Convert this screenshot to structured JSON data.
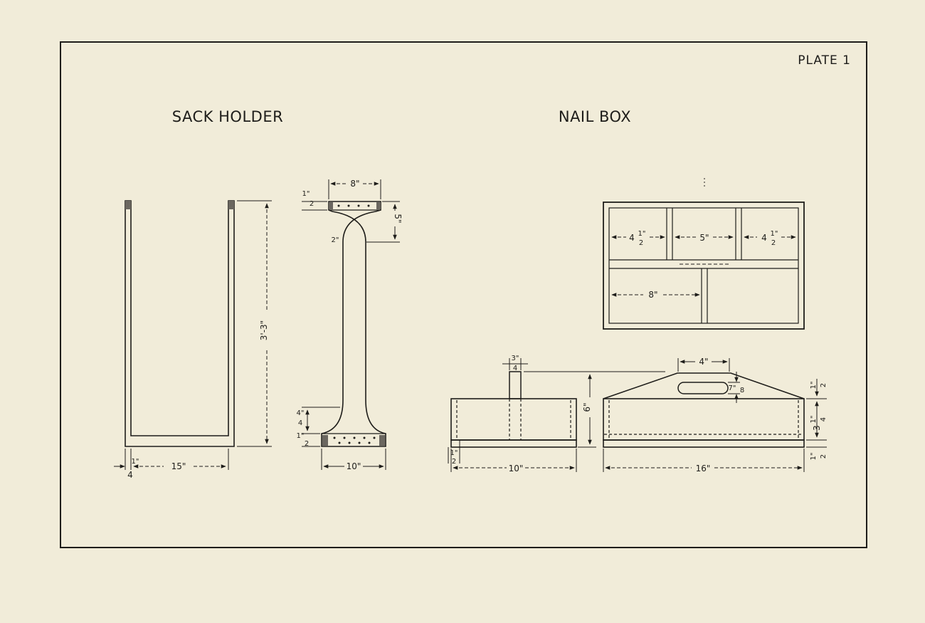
{
  "plate": "PLATE 1",
  "sack_holder": {
    "title": "SACK HOLDER",
    "side": {
      "height": "3'-3\"",
      "width": "15\"",
      "thickness_top": "1\"",
      "thickness_bottom": "4"
    },
    "end": {
      "top_width": "8\"",
      "top_band": "1\"",
      "top_band_den": "2",
      "top_flare": "5\"",
      "neck": "2\"",
      "bottom_band": "1\"",
      "bottom_band_den": "2",
      "bottom_flare": "4\"",
      "bottom_flare_den": "4",
      "bottom_width": "10\""
    }
  },
  "nail_box": {
    "title": "NAIL BOX",
    "plan": {
      "left_comp": "4",
      "left_comp_frac": "1\"",
      "left_comp_den": "2",
      "middle_comp": "5\"",
      "right_comp": "4",
      "right_comp_frac": "1\"",
      "right_comp_den": "2",
      "lower_comp": "8\""
    },
    "end": {
      "post": "3\"",
      "post_den": "4",
      "height": "6\"",
      "width": "10\"",
      "bottom": "1\"",
      "bottom_den": "2"
    },
    "side": {
      "handle": "4\"",
      "slot": "7\"",
      "slot_den": "8",
      "rise": "1\"",
      "rise_den": "2",
      "wall": "3",
      "wall_frac": "1\"",
      "wall_den": "4",
      "base": "1\"",
      "base_den": "2",
      "length": "16\""
    }
  }
}
